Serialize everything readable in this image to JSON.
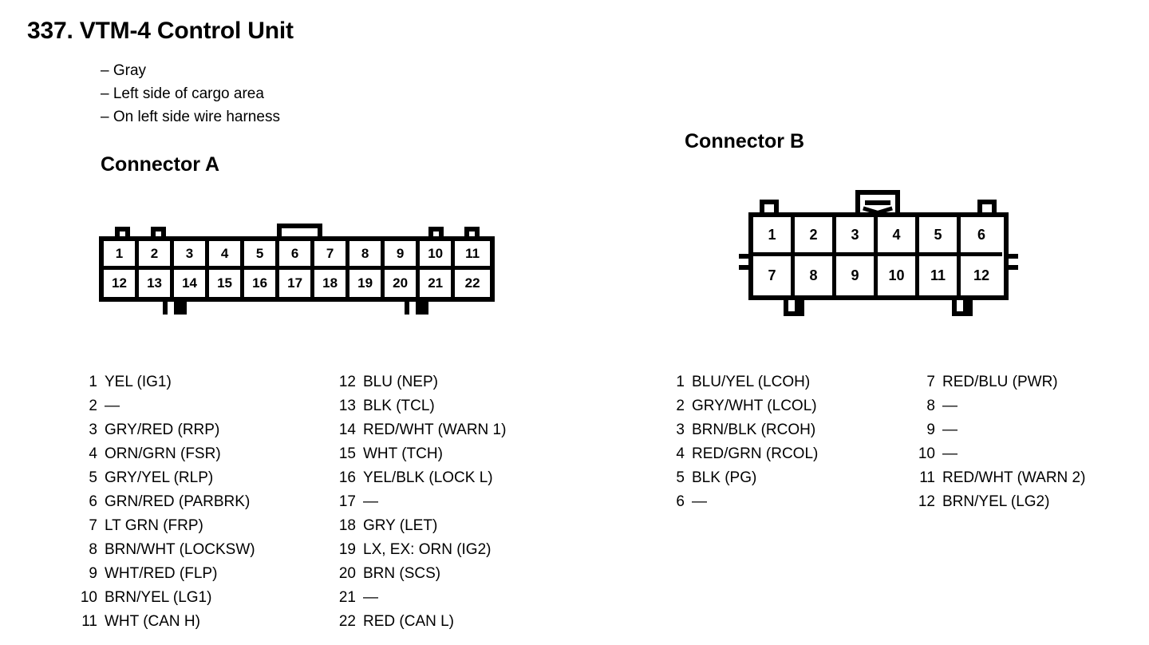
{
  "page_title": "337. VTM-4 Control Unit",
  "notes": [
    "– Gray",
    "– Left side of cargo area",
    "– On left side wire harness"
  ],
  "connector_a": {
    "heading": "Connector A",
    "cells_top": [
      "1",
      "2",
      "3",
      "4",
      "5",
      "6",
      "7",
      "8",
      "9",
      "10",
      "11"
    ],
    "cells_bottom": [
      "12",
      "13",
      "14",
      "15",
      "16",
      "17",
      "18",
      "19",
      "20",
      "21",
      "22"
    ],
    "pins_col1": [
      {
        "num": "1",
        "label": "YEL (IG1)"
      },
      {
        "num": "2",
        "label": "—"
      },
      {
        "num": "3",
        "label": "GRY/RED (RRP)"
      },
      {
        "num": "4",
        "label": "ORN/GRN (FSR)"
      },
      {
        "num": "5",
        "label": "GRY/YEL (RLP)"
      },
      {
        "num": "6",
        "label": "GRN/RED (PARBRK)"
      },
      {
        "num": "7",
        "label": "LT GRN (FRP)"
      },
      {
        "num": "8",
        "label": "BRN/WHT (LOCKSW)"
      },
      {
        "num": "9",
        "label": "WHT/RED (FLP)"
      },
      {
        "num": "10",
        "label": "BRN/YEL (LG1)"
      },
      {
        "num": "11",
        "label": "WHT (CAN H)"
      }
    ],
    "pins_col2": [
      {
        "num": "12",
        "label": "BLU (NEP)"
      },
      {
        "num": "13",
        "label": "BLK (TCL)"
      },
      {
        "num": "14",
        "label": "RED/WHT (WARN 1)"
      },
      {
        "num": "15",
        "label": "WHT (TCH)"
      },
      {
        "num": "16",
        "label": "YEL/BLK (LOCK L)"
      },
      {
        "num": "17",
        "label": "—"
      },
      {
        "num": "18",
        "label": "GRY (LET)"
      },
      {
        "num": "19",
        "label": "LX, EX: ORN (IG2)"
      },
      {
        "num": "20",
        "label": "BRN (SCS)"
      },
      {
        "num": "21",
        "label": "—"
      },
      {
        "num": "22",
        "label": "RED (CAN L)"
      }
    ]
  },
  "connector_b": {
    "heading": "Connector B",
    "cells_top": [
      "1",
      "2",
      "3",
      "4",
      "5",
      "6"
    ],
    "cells_bottom": [
      "7",
      "8",
      "9",
      "10",
      "11",
      "12"
    ],
    "pins_col1": [
      {
        "num": "1",
        "label": "BLU/YEL (LCOH)"
      },
      {
        "num": "2",
        "label": "GRY/WHT (LCOL)"
      },
      {
        "num": "3",
        "label": "BRN/BLK (RCOH)"
      },
      {
        "num": "4",
        "label": "RED/GRN (RCOL)"
      },
      {
        "num": "5",
        "label": "BLK (PG)"
      },
      {
        "num": "6",
        "label": "—"
      }
    ],
    "pins_col2": [
      {
        "num": "7",
        "label": "RED/BLU (PWR)"
      },
      {
        "num": "8",
        "label": "—"
      },
      {
        "num": "9",
        "label": "—"
      },
      {
        "num": "10",
        "label": "—"
      },
      {
        "num": "11",
        "label": "RED/WHT (WARN 2)"
      },
      {
        "num": "12",
        "label": "BRN/YEL (LG2)"
      }
    ]
  }
}
